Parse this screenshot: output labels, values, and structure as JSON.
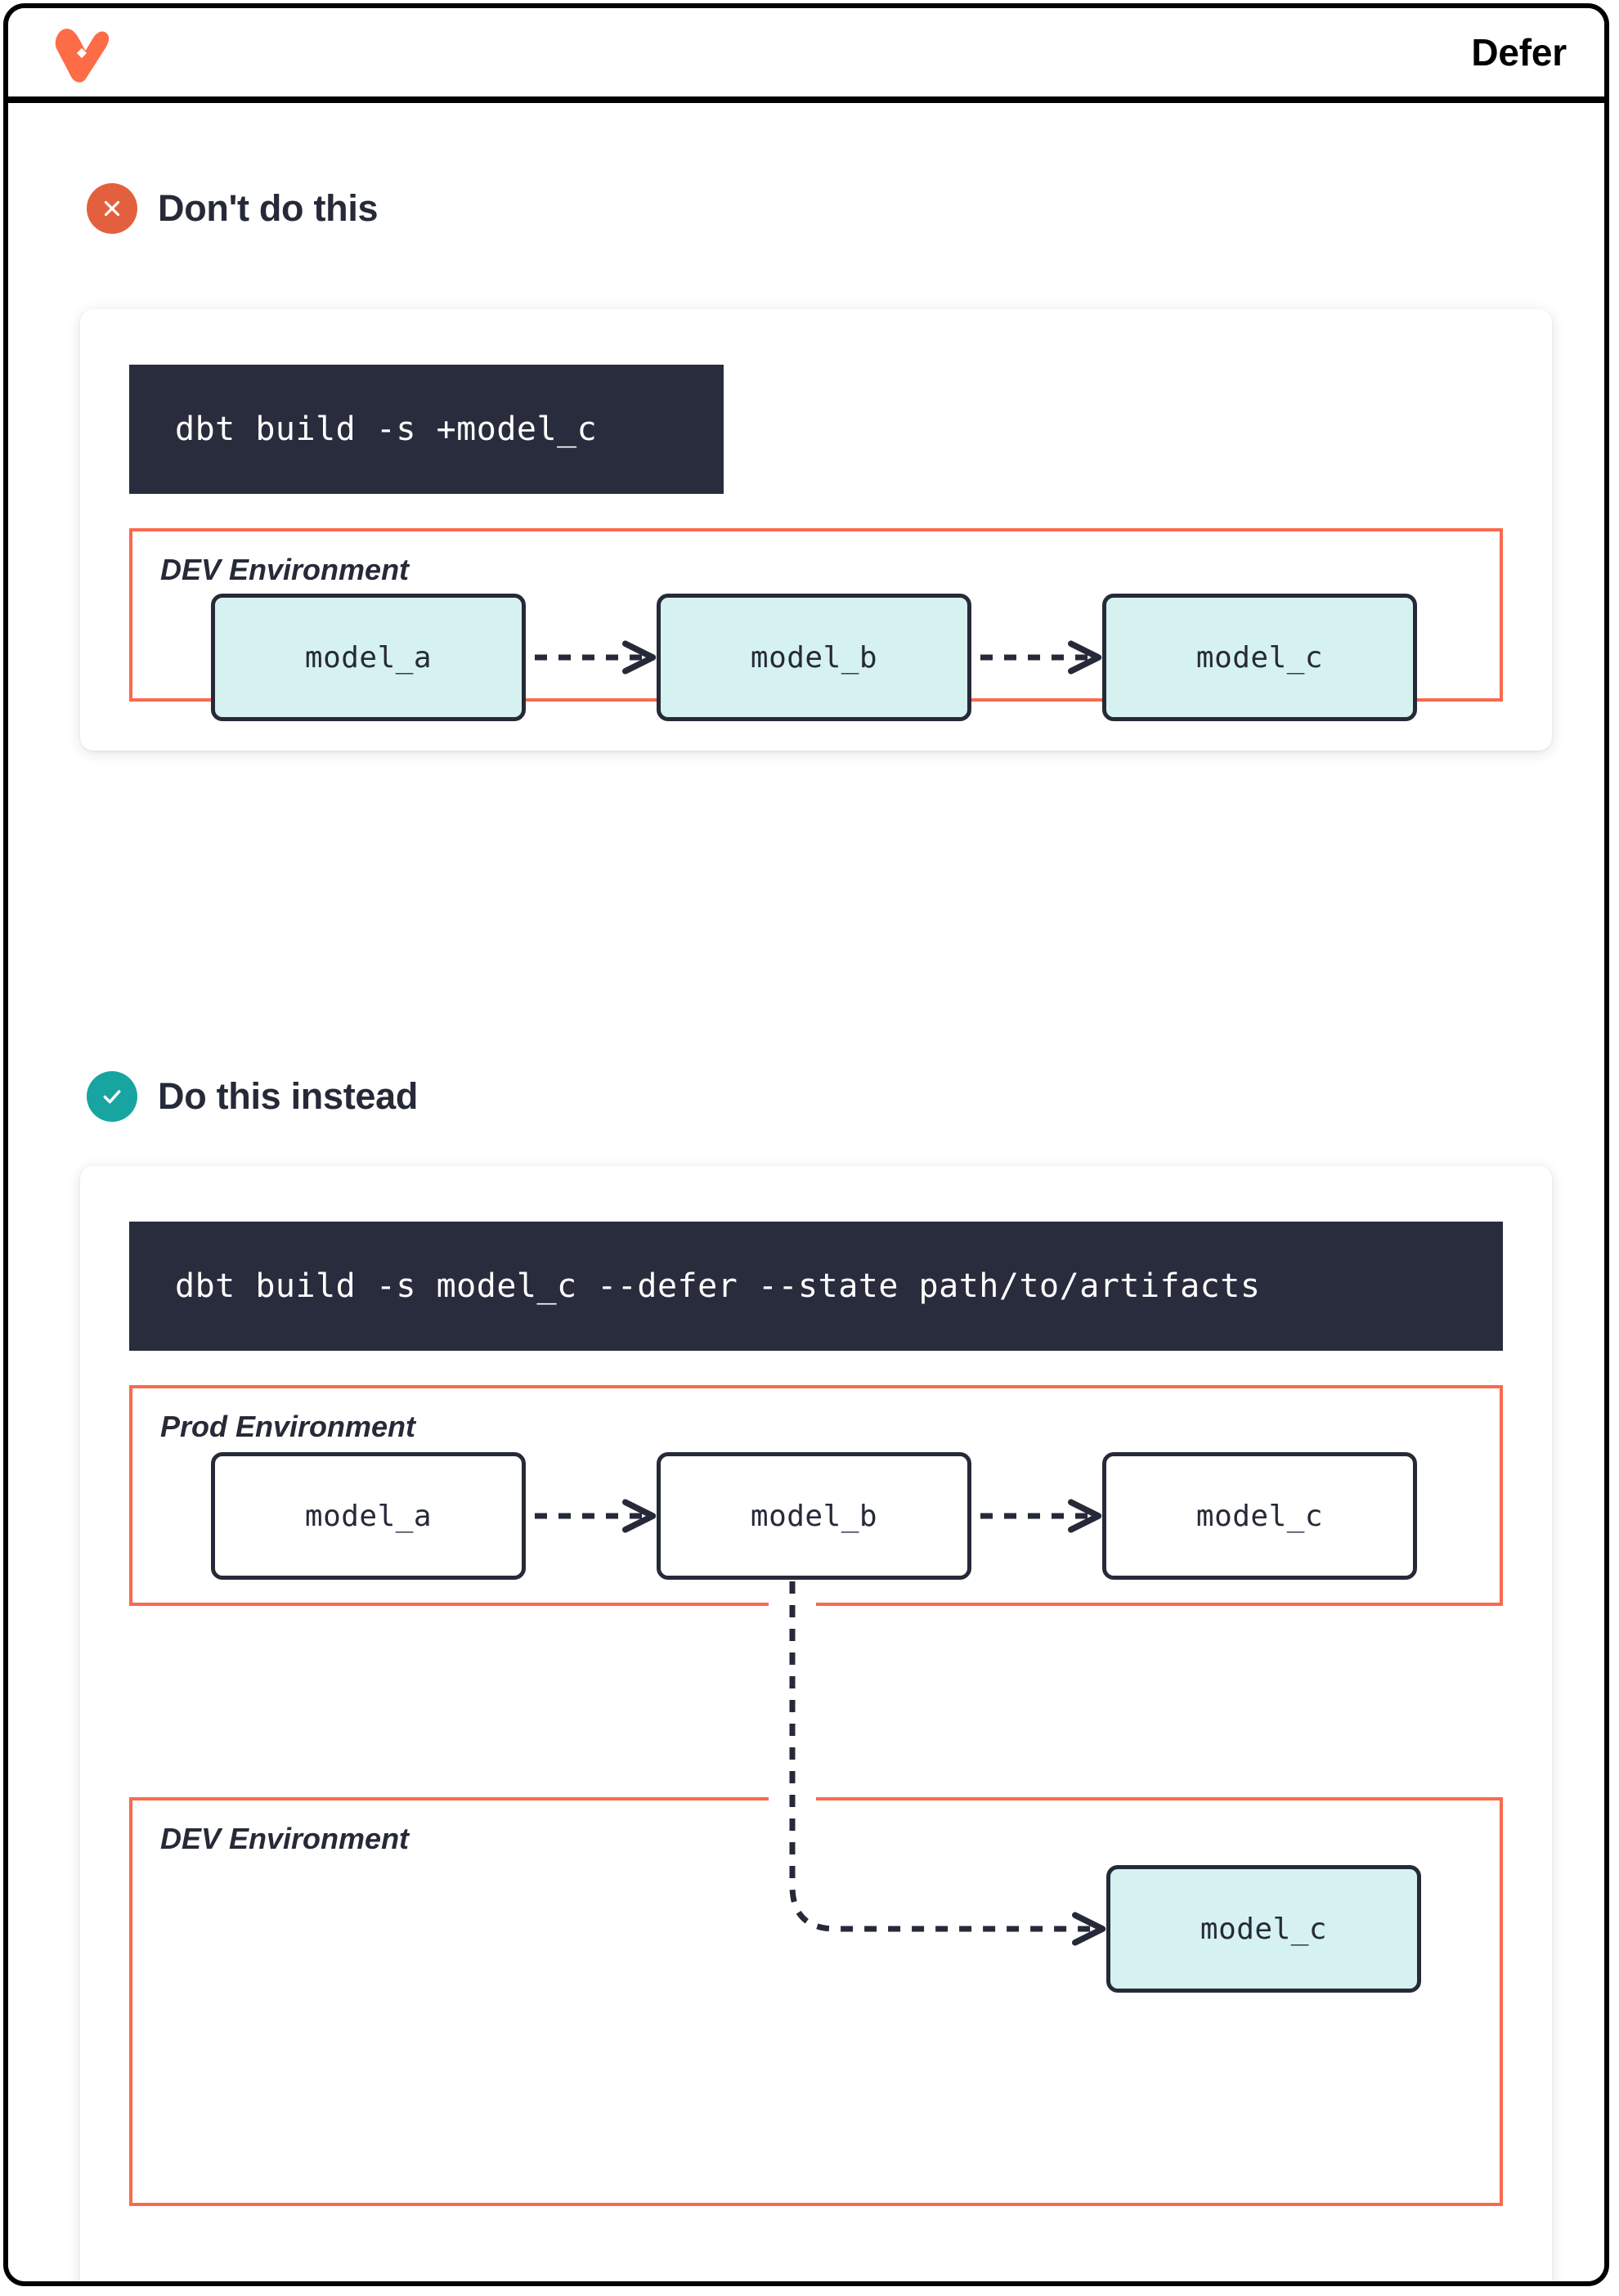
{
  "window": {
    "title": "Defer",
    "logo_icon": "dbt-logo-icon",
    "logo_color": "#fc6c47"
  },
  "theme": {
    "accent_orange": "#f96a4d",
    "bad_badge": "#e3603f",
    "good_badge": "#18a5a2",
    "node_teal_fill": "#d6f2f0",
    "node_border": "#262a38",
    "code_bg": "#282c3c",
    "text_dark": "#262a38"
  },
  "sections": [
    {
      "id": "dont",
      "badge_icon": "x-circle-icon",
      "badge_kind": "bad",
      "title": "Don't do this",
      "command": "dbt build -s +model_c",
      "environments": [
        {
          "id": "dev-bad",
          "label": "DEV Environment",
          "nodes": [
            {
              "name": "model_a",
              "fill": "teal"
            },
            {
              "name": "model_b",
              "fill": "teal"
            },
            {
              "name": "model_c",
              "fill": "teal"
            }
          ],
          "edges": [
            "model_a -> model_b",
            "model_b -> model_c"
          ]
        }
      ]
    },
    {
      "id": "do",
      "badge_icon": "check-circle-icon",
      "badge_kind": "good",
      "title": "Do this instead",
      "command": "dbt build -s model_c --defer --state path/to/artifacts",
      "environments": [
        {
          "id": "prod",
          "label": "Prod Environment",
          "nodes": [
            {
              "name": "model_a",
              "fill": "white"
            },
            {
              "name": "model_b",
              "fill": "white"
            },
            {
              "name": "model_c",
              "fill": "white"
            }
          ],
          "edges": [
            "model_a -> model_b",
            "model_b -> model_c"
          ]
        },
        {
          "id": "dev-good",
          "label": "DEV Environment",
          "nodes": [
            {
              "name": "model_c",
              "fill": "teal"
            }
          ],
          "edges": [
            "prod.model_b -> dev.model_c (defer)"
          ]
        }
      ]
    }
  ]
}
